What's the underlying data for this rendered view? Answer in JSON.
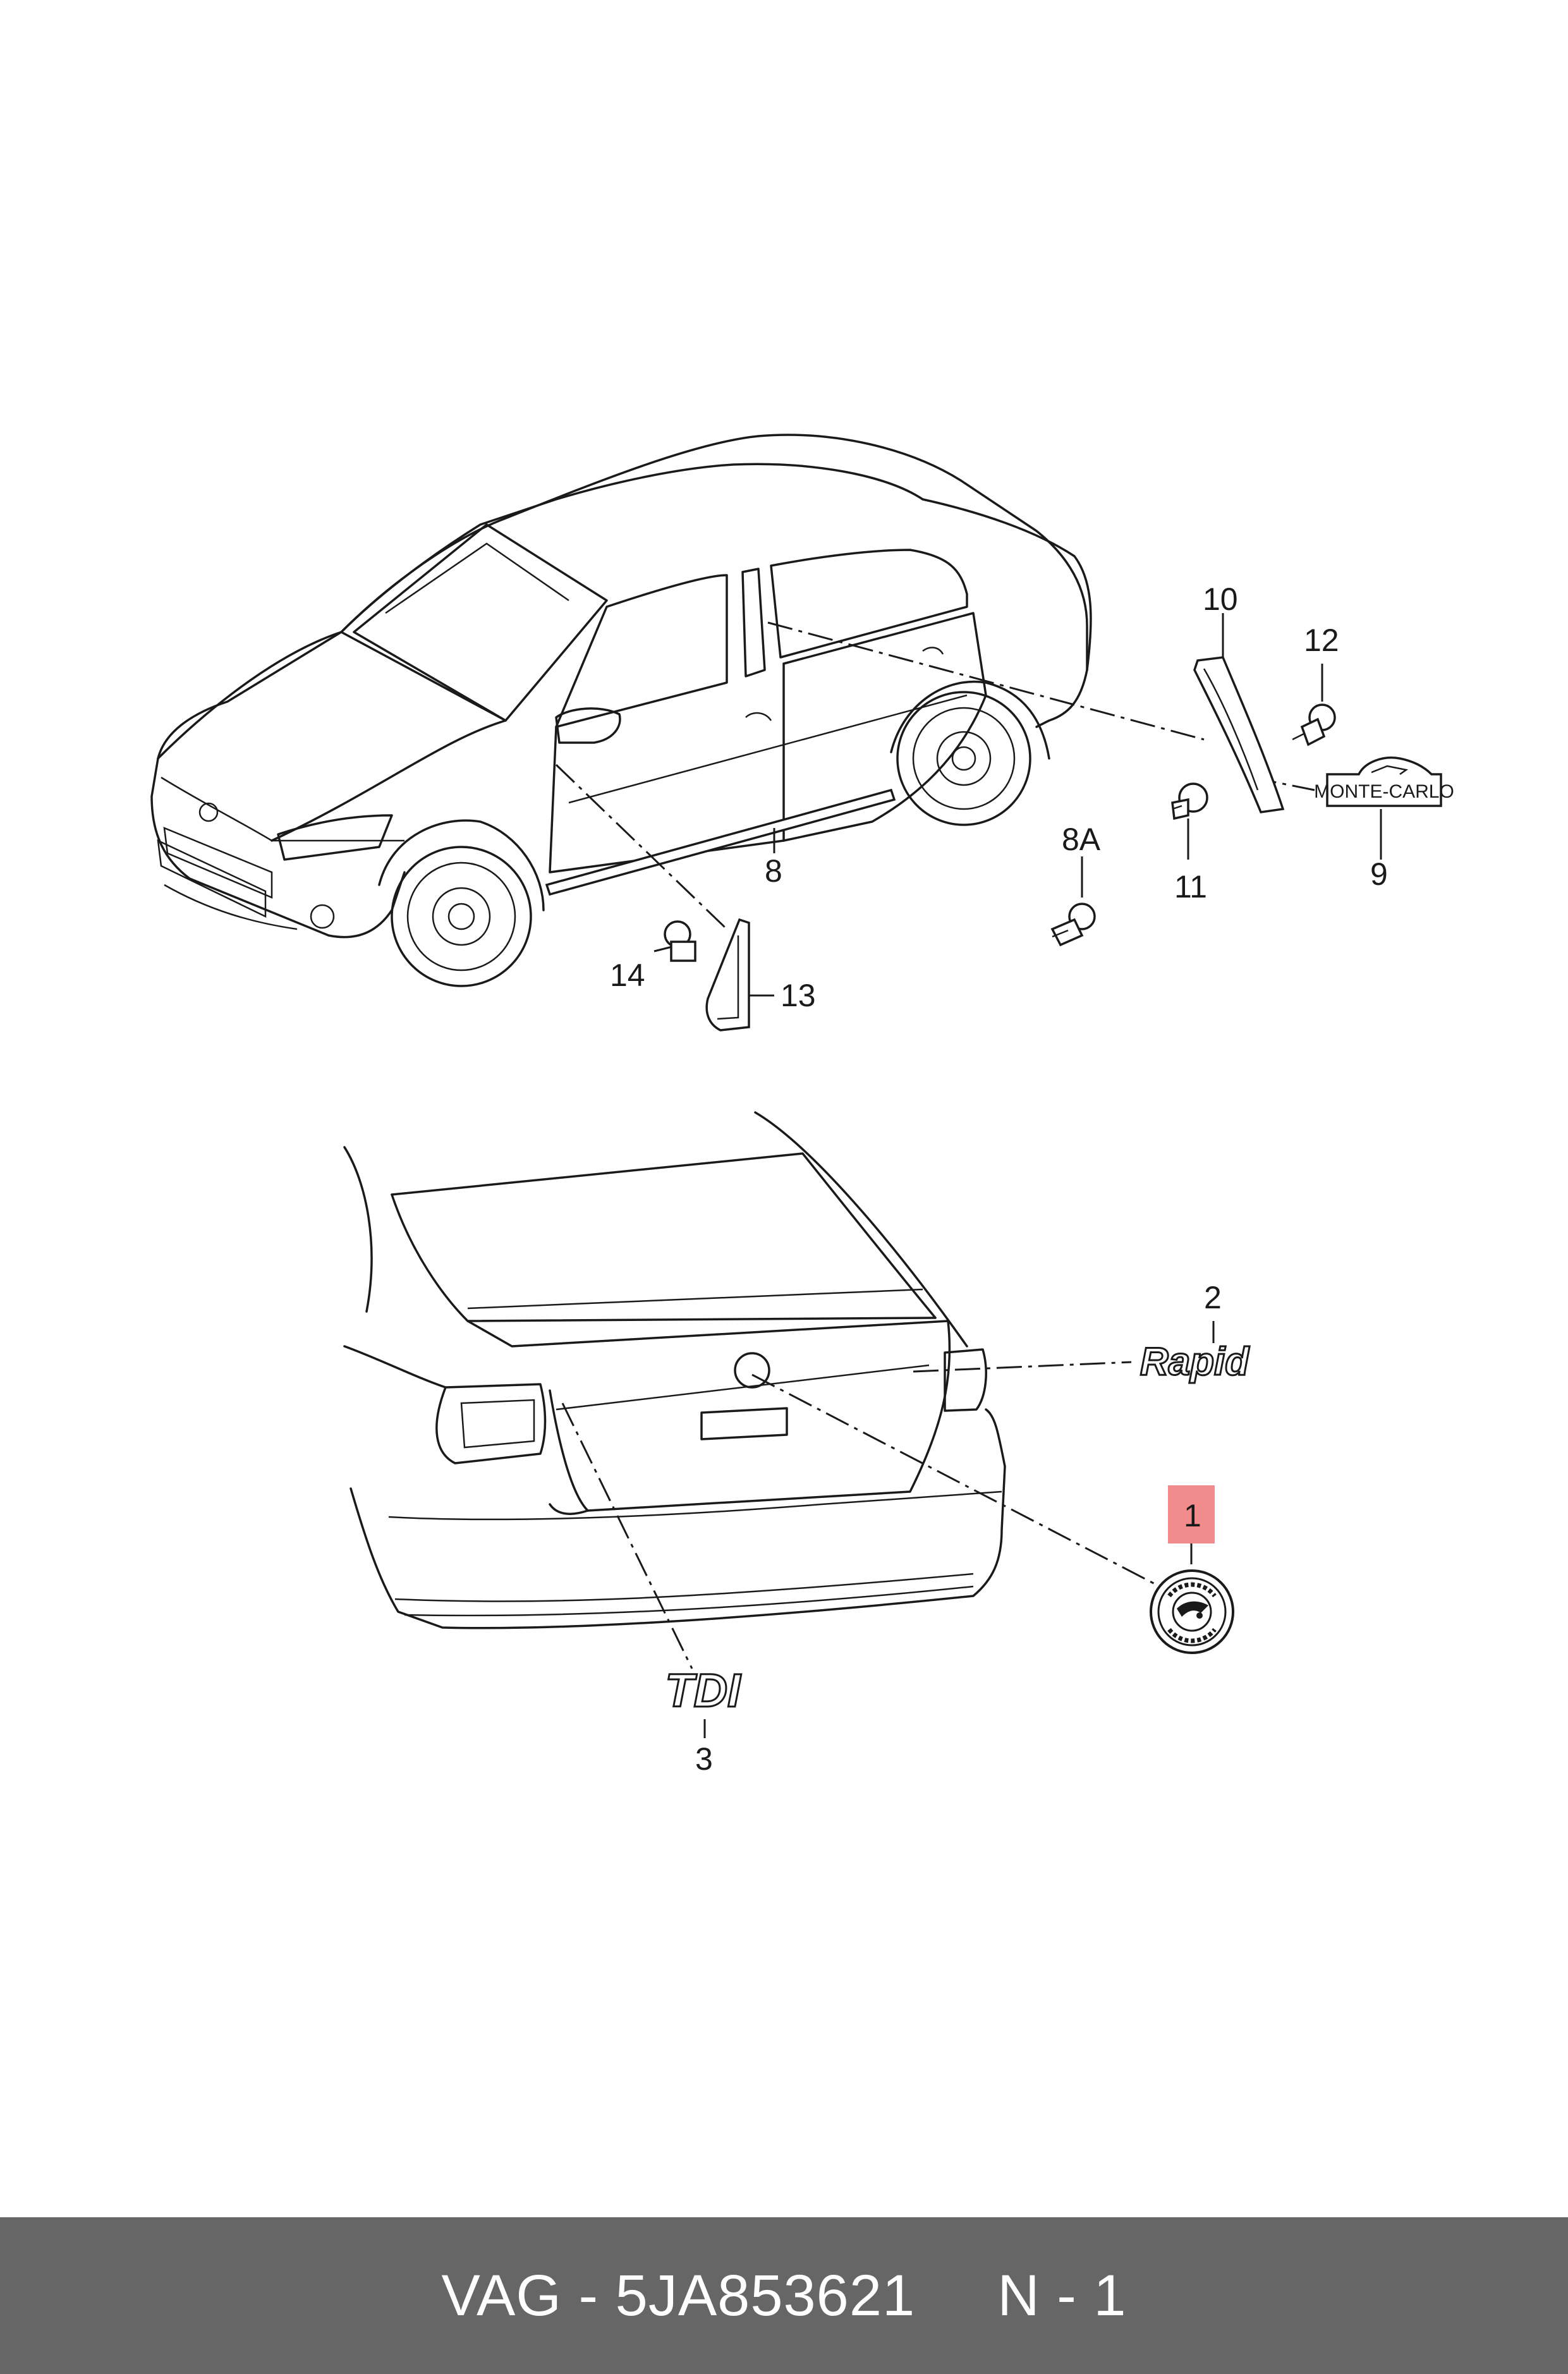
{
  "callouts": {
    "c1": "1",
    "c2": "2",
    "c3": "3",
    "c8": "8",
    "c8a": "8A",
    "c9": "9",
    "c10": "10",
    "c11": "11",
    "c12": "12",
    "c13": "13",
    "c14": "14"
  },
  "badges": {
    "rapid": "Rapid",
    "tdi": "TDI",
    "monte_carlo": "MONTE-CARLO",
    "skoda_emblem_text": "ŠKODA"
  },
  "highlight_color": "#f28b8b",
  "footer": {
    "brand_part": "VAG - 5JA853621",
    "position": "N - 1"
  }
}
